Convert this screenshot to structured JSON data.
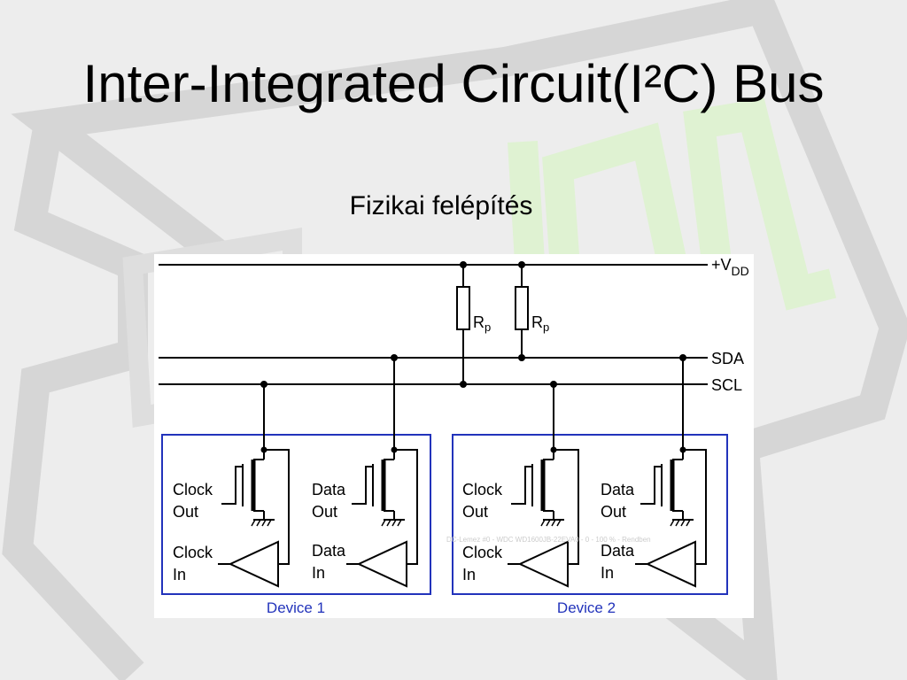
{
  "slide": {
    "title": "Inter-Integrated Circuit(I²C) Bus",
    "subtitle": "Fizikai felépítés"
  },
  "diagram": {
    "vdd_label": "+V",
    "vdd_sub": "DD",
    "sda_label": "SDA",
    "scl_label": "SCL",
    "resistor_label": "R",
    "resistor_sub": "p",
    "watermark": "DC-Lemez #0 - WDC WD1600JB-22EVA0 - 0 - 100 % - Rendben",
    "devices": [
      {
        "name": "Device 1",
        "clock_out": [
          "Clock",
          "Out"
        ],
        "data_out": [
          "Data",
          "Out"
        ],
        "clock_in": [
          "Clock",
          "In"
        ],
        "data_in": [
          "Data",
          "In"
        ]
      },
      {
        "name": "Device 2",
        "clock_out": [
          "Clock",
          "Out"
        ],
        "data_out": [
          "Data",
          "Out"
        ],
        "clock_in": [
          "Clock",
          "In"
        ],
        "data_in": [
          "Data",
          "In"
        ]
      }
    ]
  },
  "colors": {
    "background": "#ededed",
    "decor_gray": "#d6d6d6",
    "decor_green": "#dff2d2",
    "device_box": "#2233bb",
    "wire": "#000000"
  }
}
